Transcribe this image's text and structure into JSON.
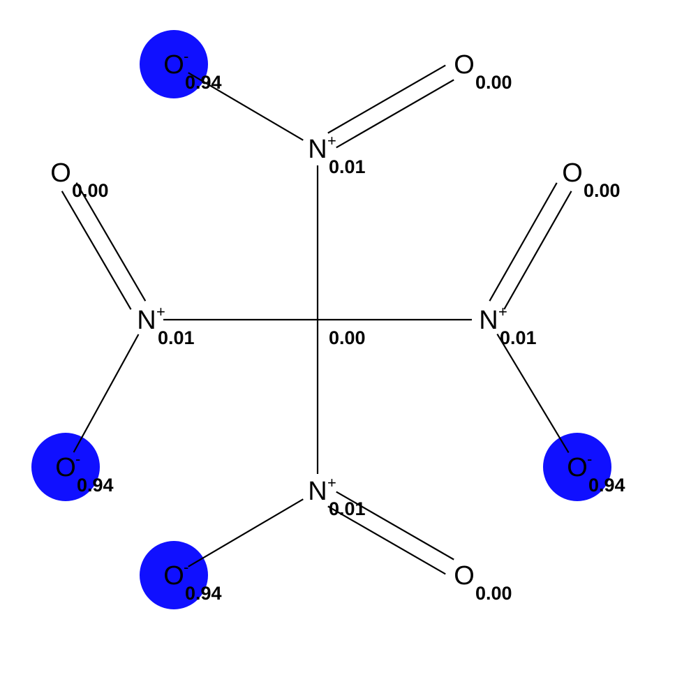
{
  "colors": {
    "highlight": "#1010ff",
    "bond": "#000000",
    "text": "#000000",
    "background": "#ffffff"
  },
  "atoms": [
    {
      "id": "c",
      "element": "",
      "charge": "",
      "value": "0.00",
      "highlight": false
    },
    {
      "id": "n1",
      "element": "N",
      "charge": "+",
      "value": "0.01",
      "highlight": false
    },
    {
      "id": "n2",
      "element": "N",
      "charge": "+",
      "value": "0.01",
      "highlight": false
    },
    {
      "id": "n3",
      "element": "N",
      "charge": "+",
      "value": "0.01",
      "highlight": false
    },
    {
      "id": "n4",
      "element": "N",
      "charge": "+",
      "value": "0.01",
      "highlight": false
    },
    {
      "id": "o1a",
      "element": "O",
      "charge": "-",
      "value": "0.94",
      "highlight": true
    },
    {
      "id": "o1b",
      "element": "O",
      "charge": "",
      "value": "0.00",
      "highlight": false
    },
    {
      "id": "o2a",
      "element": "O",
      "charge": "",
      "value": "0.00",
      "highlight": false
    },
    {
      "id": "o2b",
      "element": "O",
      "charge": "-",
      "value": "0.94",
      "highlight": true
    },
    {
      "id": "o3a",
      "element": "O",
      "charge": "",
      "value": "0.00",
      "highlight": false
    },
    {
      "id": "o3b",
      "element": "O",
      "charge": "-",
      "value": "0.94",
      "highlight": true
    },
    {
      "id": "o4a",
      "element": "O",
      "charge": "-",
      "value": "0.94",
      "highlight": true
    },
    {
      "id": "o4b",
      "element": "O",
      "charge": "",
      "value": "0.00",
      "highlight": false
    }
  ],
  "bonds": [
    {
      "from": "c",
      "to": "n1",
      "order": 1
    },
    {
      "from": "c",
      "to": "n2",
      "order": 1
    },
    {
      "from": "c",
      "to": "n3",
      "order": 1
    },
    {
      "from": "c",
      "to": "n4",
      "order": 1
    },
    {
      "from": "n1",
      "to": "o1a",
      "order": 1
    },
    {
      "from": "n1",
      "to": "o1b",
      "order": 2
    },
    {
      "from": "n2",
      "to": "o2a",
      "order": 2
    },
    {
      "from": "n2",
      "to": "o2b",
      "order": 1
    },
    {
      "from": "n3",
      "to": "o3a",
      "order": 2
    },
    {
      "from": "n3",
      "to": "o3b",
      "order": 1
    },
    {
      "from": "n4",
      "to": "o4a",
      "order": 1
    },
    {
      "from": "n4",
      "to": "o4b",
      "order": 2
    }
  ]
}
